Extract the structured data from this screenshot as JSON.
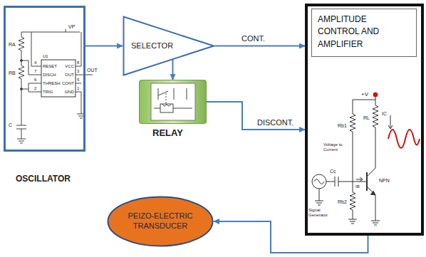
{
  "diagram": {
    "nodes": [
      {
        "text": [
          "OSCILLATOR"
        ]
      },
      {
        "text": [
          "SELECTOR"
        ]
      },
      {
        "text": [
          "RELAY"
        ]
      },
      {
        "text": [
          "AMPLITUDE CONTROL AND AMPLIFIER"
        ]
      },
      {
        "text": [
          "PEIZO-ELECTRIC TRANSDUCER"
        ]
      }
    ],
    "edges": [
      {
        "from": 0,
        "to": 1,
        "arrow": "to"
      },
      {
        "from": 1,
        "to": 2,
        "arrow": "to"
      },
      {
        "from": 1,
        "to": 3,
        "arrow": "to",
        "label": "CONT."
      },
      {
        "from": 2,
        "to": 3,
        "arrow": "to",
        "label": "DISCONT."
      },
      {
        "from": 3,
        "to": 4,
        "arrow": "to"
      }
    ],
    "labels": [
      "U1",
      "RESET",
      "DISCH",
      "THRESH",
      "TRIG",
      "VCC",
      "OUT",
      "CONT",
      "GND",
      "4",
      "7",
      "6",
      "2",
      "8",
      "3",
      "5",
      "1",
      "RA",
      "RB",
      "C",
      "VP",
      "OUT",
      "+V",
      "IC",
      "RL",
      "Rb1",
      "Voltage to Current",
      "IB",
      "NPN",
      "Signal Generator",
      "Cc",
      "Rb2"
    ]
  }
}
